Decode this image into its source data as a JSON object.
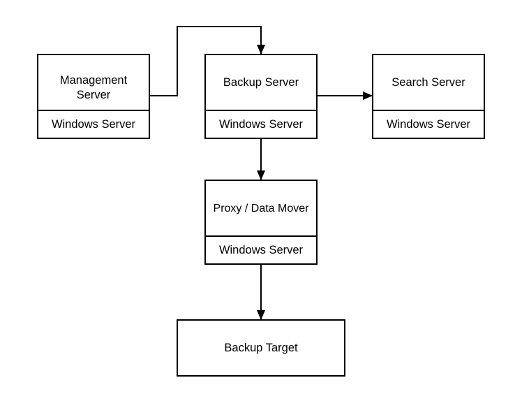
{
  "diagram": {
    "nodes": {
      "management": {
        "title": "Management\nServer",
        "os": "Windows Server"
      },
      "backup": {
        "title": "Backup Server",
        "os": "Windows Server"
      },
      "search": {
        "title": "Search Server",
        "os": "Windows Server"
      },
      "proxy": {
        "title": "Proxy / Data Mover",
        "os": "Windows Server"
      },
      "target": {
        "title": "Backup Target"
      }
    },
    "edges": [
      {
        "from": "Management Server",
        "to": "Backup Server"
      },
      {
        "from": "Backup Server",
        "to": "Search Server"
      },
      {
        "from": "Backup Server",
        "to": "Proxy / Data Mover"
      },
      {
        "from": "Proxy / Data Mover",
        "to": "Backup Target"
      }
    ],
    "line_color": "#000000"
  }
}
